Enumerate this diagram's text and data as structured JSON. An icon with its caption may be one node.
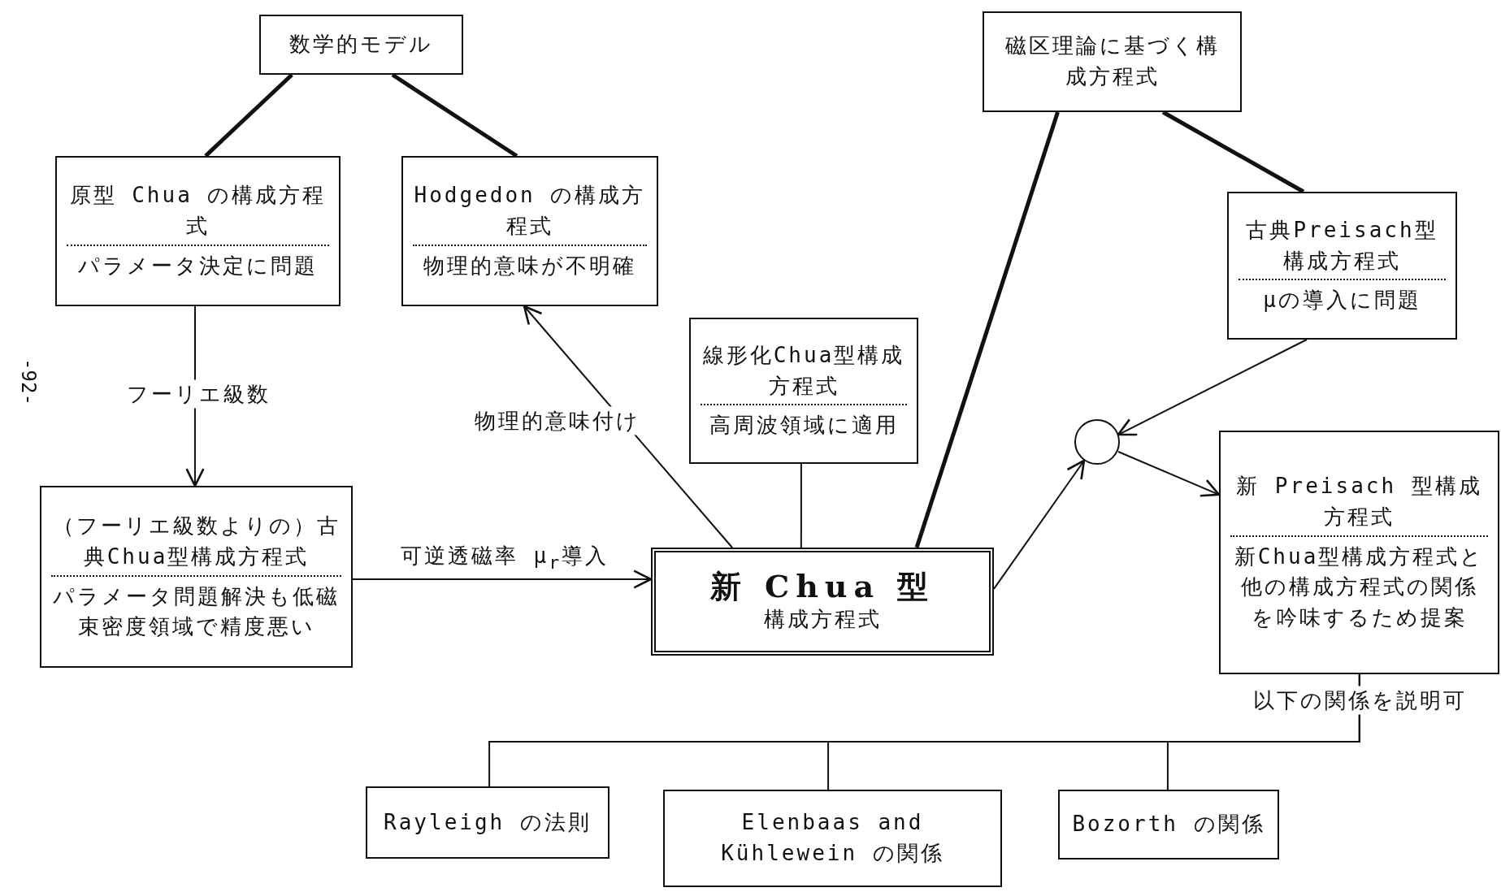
{
  "diagram": {
    "nodes": [
      {
        "text": [
          "数学的モデル"
        ]
      },
      {
        "text": [
          "磁区理論に基づく構成方程式"
        ]
      },
      {
        "text": [
          "原型 Chua の構成方程式",
          "パラメータ決定に問題"
        ]
      },
      {
        "text": [
          "Hodgedon の構成方程式",
          "物理的意味が不明確"
        ]
      },
      {
        "text": [
          "古典Preisach型構成方程式",
          "μの導入に問題"
        ]
      },
      {
        "text": [
          "線形化Chua型構成方程式",
          "高周波領域に適用"
        ]
      },
      {
        "text": [],
        "shape": "circle"
      },
      {
        "text": [
          "新 Preisach 型構成方程式",
          "新Chua型構成方程式と他の構成方程式の関係を吟味するため提案"
        ]
      },
      {
        "text": [
          "（フーリエ級数よりの）古典Chua型構成方程式",
          "パラメータ問題解決も低磁束密度領域で精度悪い"
        ]
      },
      {
        "text": [
          "新 Chua 型",
          "構成方程式"
        ]
      },
      {
        "text": [
          "Rayleigh の法則"
        ]
      },
      {
        "text": [
          "Elenbaas and Kühlewein の関係"
        ]
      },
      {
        "text": [
          "Bozorth の関係"
        ]
      }
    ],
    "edges": [
      {
        "from": 0,
        "to": 2,
        "arrow": "none",
        "style": "thick"
      },
      {
        "from": 0,
        "to": 3,
        "arrow": "none",
        "style": "thick"
      },
      {
        "from": 1,
        "to": 9,
        "arrow": "none",
        "style": "thick"
      },
      {
        "from": 1,
        "to": 4,
        "arrow": "none",
        "style": "thick"
      },
      {
        "from": 2,
        "to": 8,
        "arrow": "to",
        "label": "フーリエ級数"
      },
      {
        "from": 9,
        "to": 3,
        "arrow": "to",
        "label": "物理的意味付け"
      },
      {
        "from": 5,
        "to": 9,
        "arrow": "none"
      },
      {
        "from": 8,
        "to": 9,
        "arrow": "to",
        "label": "可逆透磁率 μ$_{r}$導入"
      },
      {
        "from": 9,
        "to": 6,
        "arrow": "to"
      },
      {
        "from": 4,
        "to": 6,
        "arrow": "to"
      },
      {
        "from": 6,
        "to": 7,
        "arrow": "to"
      },
      {
        "from": 7,
        "to": 10,
        "arrow": "none",
        "label": "以下の関係を説明可"
      },
      {
        "from": 7,
        "to": 11,
        "arrow": "none"
      },
      {
        "from": 7,
        "to": 12,
        "arrow": "none"
      }
    ],
    "labels": [
      "-92-"
    ]
  }
}
